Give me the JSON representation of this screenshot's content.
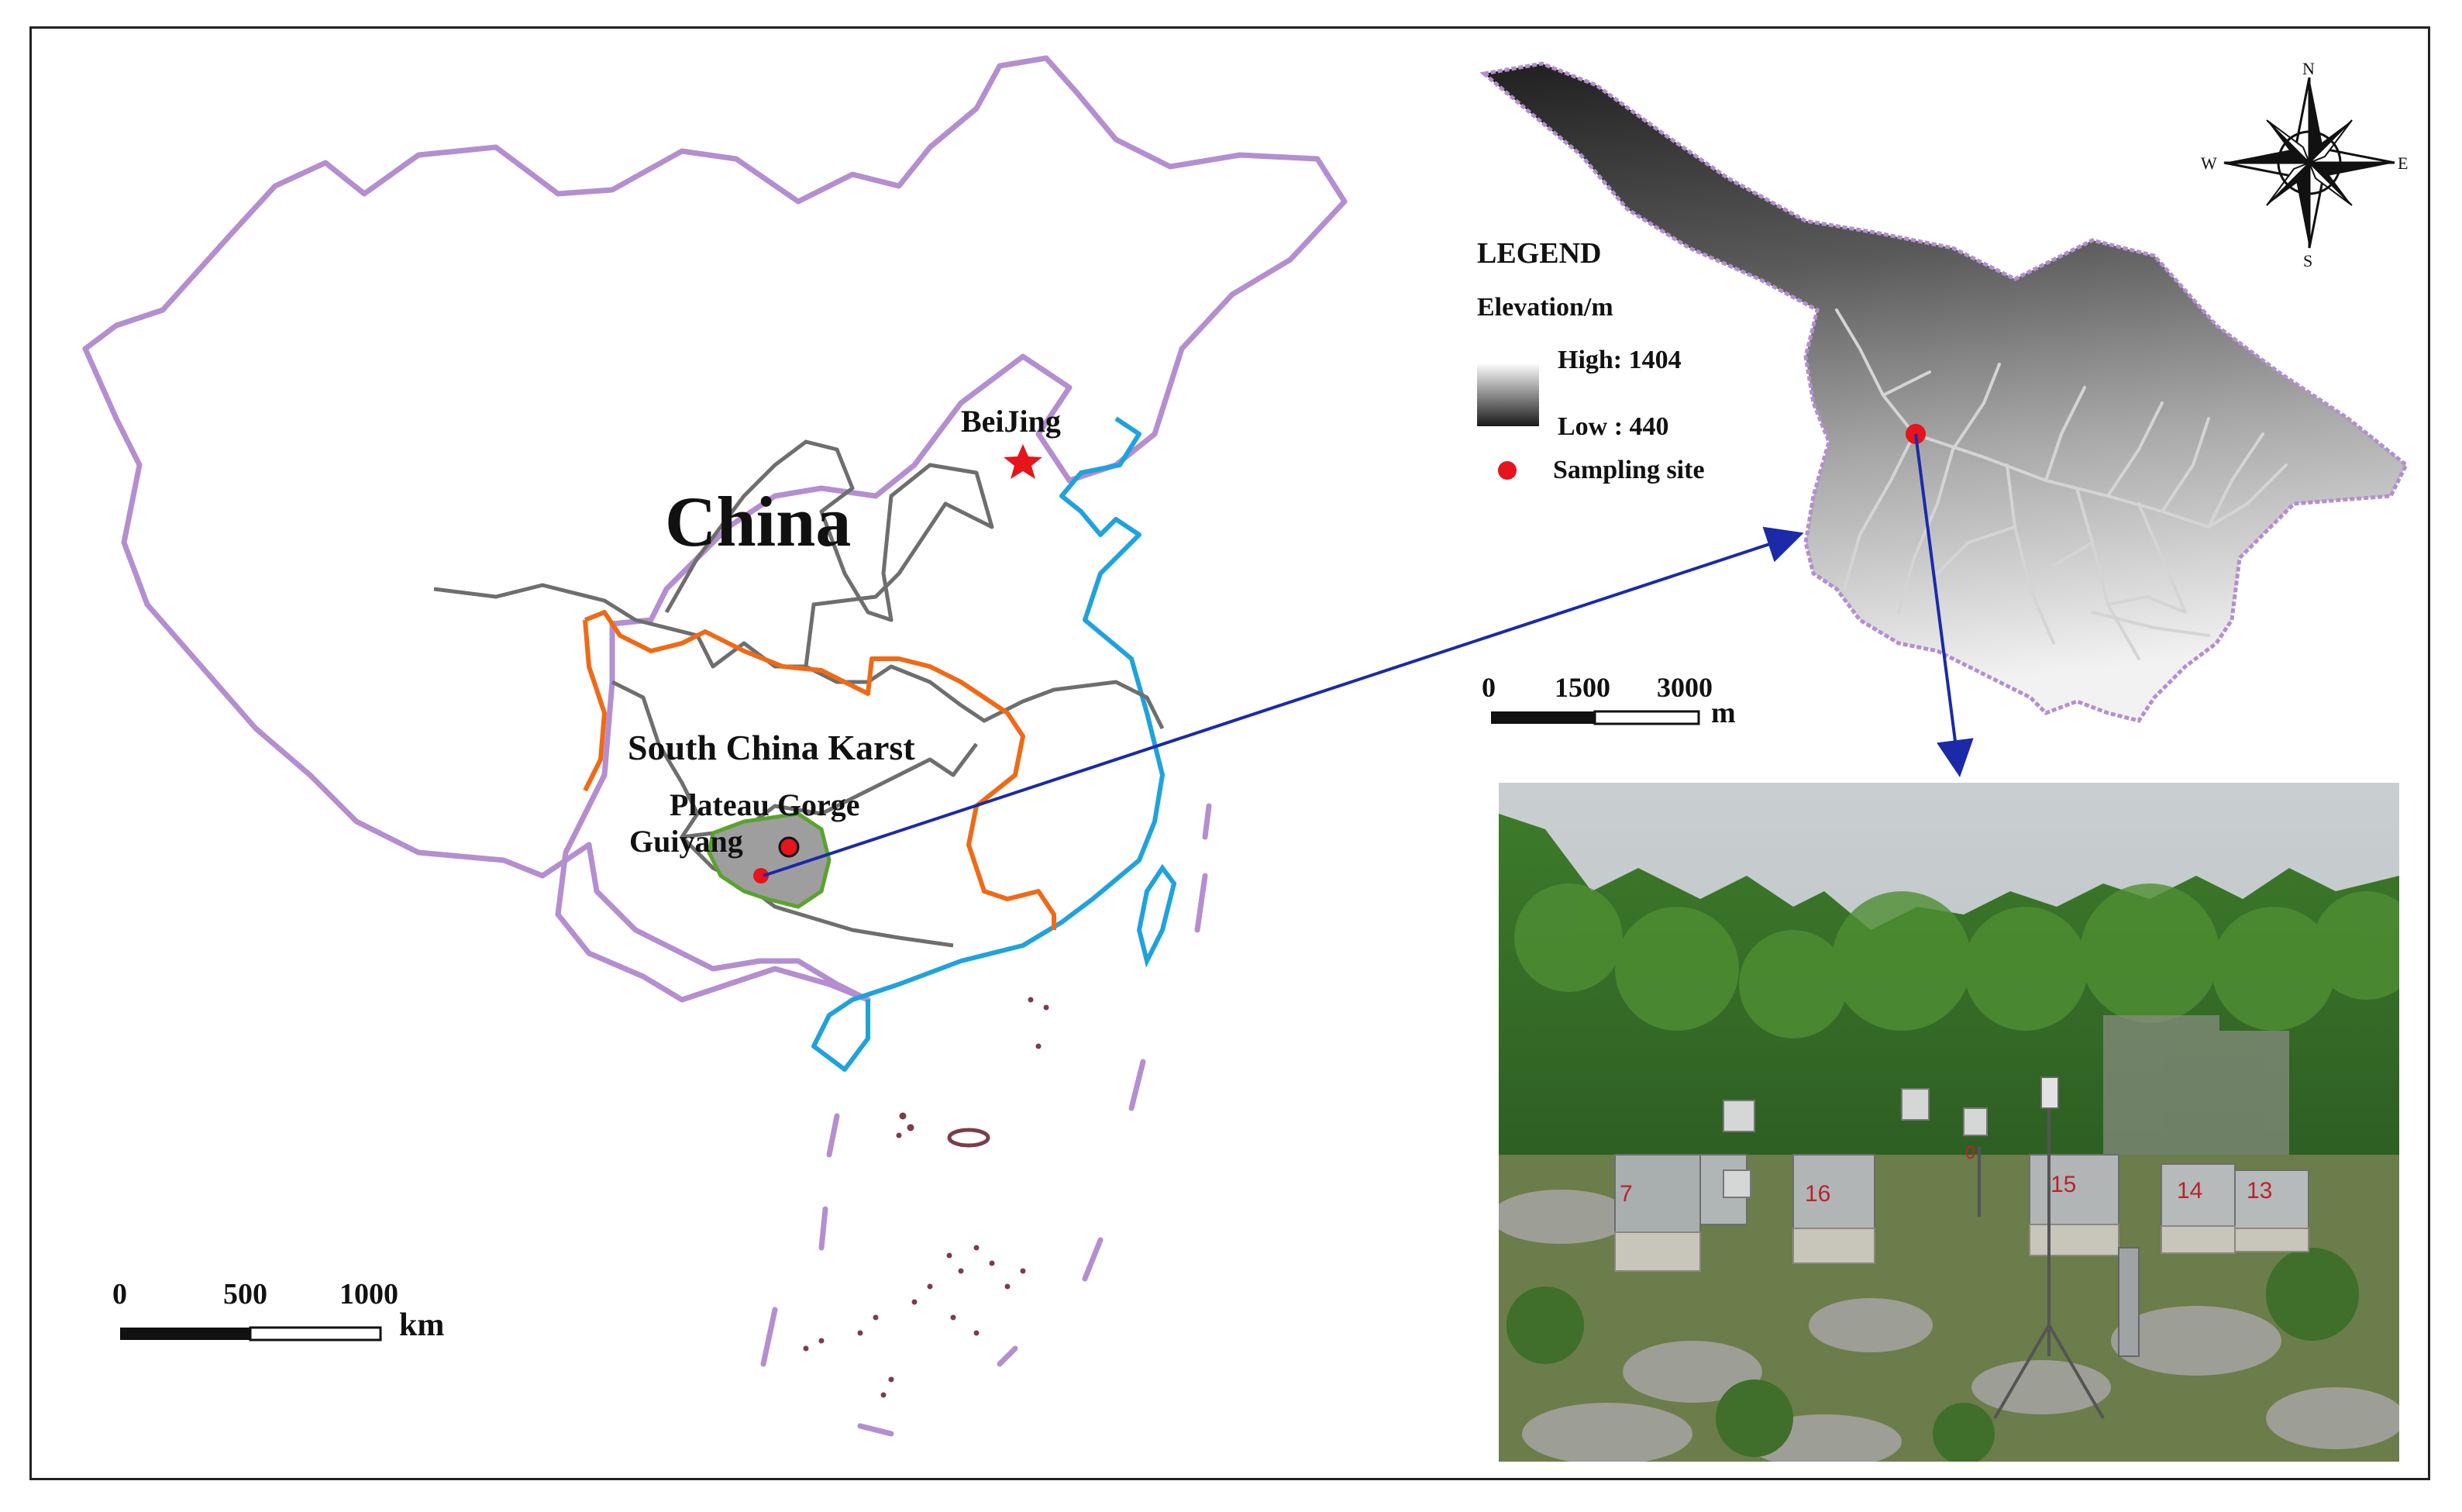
{
  "china_map": {
    "country_label": "China",
    "region_label": "South China Karst",
    "subregion_label": "Plateau Gorge",
    "city_label": "Guiyang",
    "capital_label": "BeiJing",
    "colors": {
      "national_border": "#b48ed0",
      "coastline": "#1fa2dd",
      "karst_boundary": "#ef6a17",
      "province_border": "#6e6e6e",
      "plateau_gorge_fill": "#9e9e9e",
      "plateau_gorge_edge": "#5aa32e",
      "islands": "#7b3d4a",
      "marker": "#e5141d"
    },
    "scale_bar": {
      "ticks": [
        "0",
        "500",
        "1000"
      ],
      "unit": "km"
    }
  },
  "dem_map": {
    "legend_title": "LEGEND",
    "legend_subtitle": "Elevation/m",
    "high_label": "High: 1404",
    "low_label": "Low : 440",
    "site_label": "Sampling site",
    "scale_bar": {
      "ticks": [
        "0",
        "1500",
        "3000"
      ],
      "unit": "m"
    },
    "compass": {
      "n": "N",
      "s": "S",
      "e": "E",
      "w": "W"
    },
    "colors": {
      "outline": "#b48ed0",
      "streams": "#d0d0d0",
      "arrow": "#1a2aa8",
      "marker": "#e5141d"
    }
  },
  "photo": {
    "plot_numbers": [
      "7",
      "16",
      "15",
      "14",
      "13",
      "0"
    ]
  }
}
